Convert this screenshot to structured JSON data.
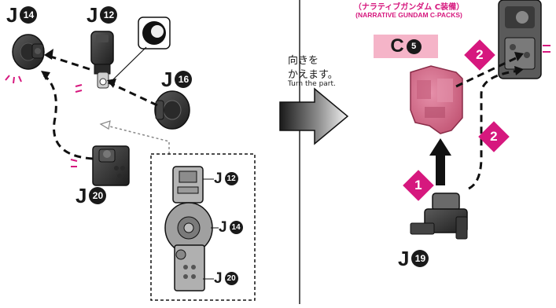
{
  "labels": {
    "j14": {
      "letter": "J",
      "num": "14"
    },
    "j12": {
      "letter": "J",
      "num": "12"
    },
    "j16": {
      "letter": "J",
      "num": "16"
    },
    "j20": {
      "letter": "J",
      "num": "20"
    },
    "j19": {
      "letter": "J",
      "num": "19"
    }
  },
  "inset": {
    "j12": {
      "letter": "J",
      "num": "12"
    },
    "j14": {
      "letter": "J",
      "num": "14"
    },
    "j20": {
      "letter": "J",
      "num": "20"
    }
  },
  "turn_note": {
    "jp_line1": "向きを",
    "jp_line2": "かえます。",
    "en": "Turn the part."
  },
  "variant": {
    "jp": "（ナラティブガンダム C装備）",
    "en": "(NARRATIVE GUNDAM C-PACKS)",
    "part": {
      "letter": "C",
      "num": "5"
    }
  },
  "steps": {
    "step1": "1",
    "step2a": "2",
    "step2b": "2"
  },
  "colors": {
    "pink": "#d6187e",
    "label_bg": "#f5b4c8",
    "part_pink": "#d86a88",
    "part_dark": "#2e2e2e",
    "arrow_gray": "#9a9a9a"
  }
}
